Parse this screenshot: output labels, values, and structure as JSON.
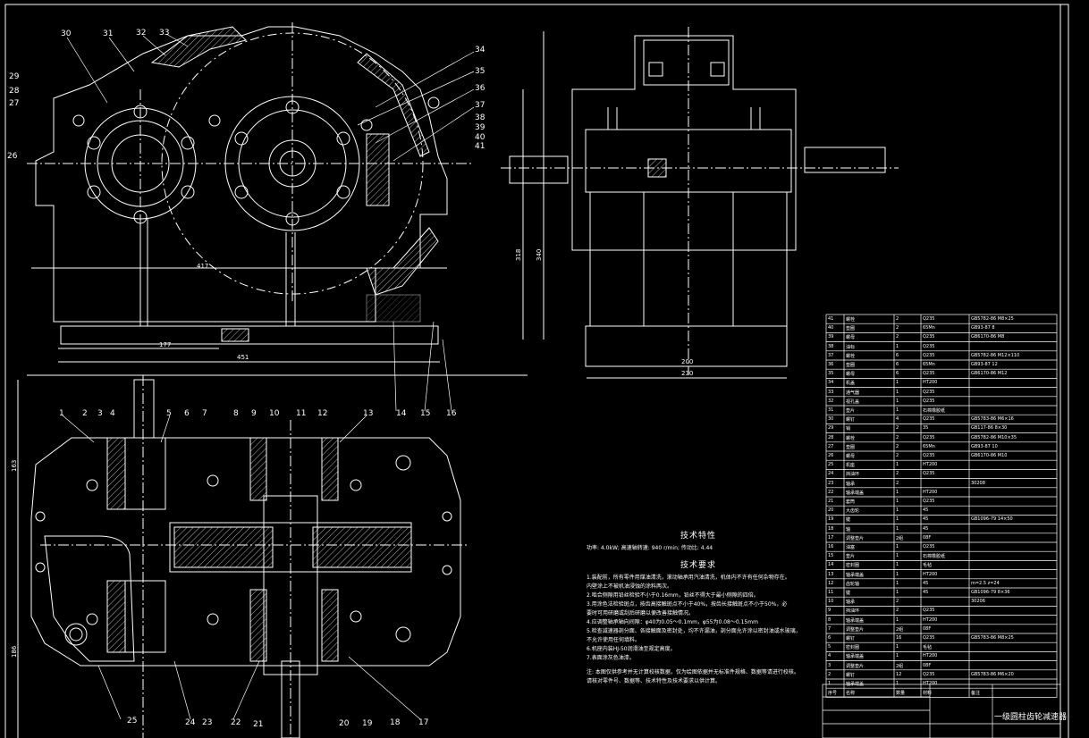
{
  "drawing": {
    "title": "一级圆柱齿轮减速器",
    "tech_characteristics_heading": "技术特性",
    "tech_characteristics_line": "功率: 4.0kW;  高速轴转速: 940 r/min;  传动比: 4.44",
    "tech_requirements_heading": "技术要求",
    "tech_requirements": [
      "1.装配前，所有零件用煤油清洗，滚动轴承用汽油清洗，机体内不许有任何杂物存在。",
      "  内壁涂上不被机油浸蚀的涂料两次。",
      "2.啮合侧隙用铅丝检验不小于0.16mm，铅丝不得大于最小侧隙的四倍。",
      "3.用涂色法检验斑点，按齿高接触斑点不小于40%，按齿长接触斑点不小于50%，必",
      "  要时可用研磨或刮后研磨以便改善接触情况。",
      "4.应调整轴承轴向间隙：φ40为0.05～0.1mm，φ55为0.08～0.15mm",
      "5.检查减速器剖分面、各接触面及密封处，均不许漏油，剖分面允许涂以密封油或水玻璃，",
      "  不允许使用任何填料。",
      "6.机座内装HJ-50润滑油至规定高度。",
      "7.表面涂灰色油漆。"
    ],
    "note": "注: 本图仅供参考并无计算校核数据，仅为绘图依据并无标准件规格、数据等请进行校核。",
    "note2": "    请核对零件号、数据等、技术特性及技术要求以供计算。"
  },
  "callouts_top": [
    "30",
    "31",
    "32",
    "33",
    "34",
    "35",
    "36",
    "37",
    "38",
    "39",
    "40",
    "41",
    "29",
    "28",
    "27",
    "26"
  ],
  "callouts_bottom_top": [
    "1",
    "2",
    "3",
    "4",
    "5",
    "6",
    "7",
    "8",
    "9",
    "10",
    "11",
    "12",
    "13",
    "14",
    "15",
    "16"
  ],
  "callouts_bottom_bot": [
    "25",
    "24",
    "23",
    "22",
    "21",
    "20",
    "19",
    "18",
    "17"
  ],
  "dimensions": {
    "d_front_width": "417",
    "d_front_center": "177",
    "d_front_overall": "451",
    "d_side_h1": "318",
    "d_side_h2": "340",
    "d_side_w1": "200",
    "d_side_w2": "230",
    "d_plan_h1": "163",
    "d_plan_h2": "186"
  },
  "bom": {
    "rows": [
      [
        "41",
        "螺栓",
        "2",
        "Q235",
        "GB5782-86 M8×25"
      ],
      [
        "40",
        "垫圈",
        "2",
        "65Mn",
        "GB93-87 8"
      ],
      [
        "39",
        "螺母",
        "2",
        "Q235",
        "GB6170-86 M8"
      ],
      [
        "38",
        "油标",
        "1",
        "Q235",
        ""
      ],
      [
        "37",
        "螺栓",
        "6",
        "Q235",
        "GB5782-86 M12×110"
      ],
      [
        "36",
        "垫圈",
        "6",
        "65Mn",
        "GB93-87 12"
      ],
      [
        "35",
        "螺母",
        "6",
        "Q235",
        "GB6170-86 M12"
      ],
      [
        "34",
        "机盖",
        "1",
        "HT200",
        ""
      ],
      [
        "33",
        "通气器",
        "1",
        "Q235",
        ""
      ],
      [
        "32",
        "视孔盖",
        "1",
        "Q235",
        ""
      ],
      [
        "31",
        "垫片",
        "1",
        "石棉橡胶纸",
        ""
      ],
      [
        "30",
        "螺钉",
        "4",
        "Q235",
        "GB5783-86 M6×16"
      ],
      [
        "29",
        "销",
        "2",
        "35",
        "GB117-86 8×30"
      ],
      [
        "28",
        "螺栓",
        "2",
        "Q235",
        "GB5782-86 M10×35"
      ],
      [
        "27",
        "垫圈",
        "2",
        "65Mn",
        "GB93-87 10"
      ],
      [
        "26",
        "螺母",
        "2",
        "Q235",
        "GB6170-86 M10"
      ],
      [
        "25",
        "机座",
        "1",
        "HT200",
        ""
      ],
      [
        "24",
        "挡油环",
        "2",
        "Q235",
        ""
      ],
      [
        "23",
        "轴承",
        "2",
        "",
        "30208"
      ],
      [
        "22",
        "轴承端盖",
        "1",
        "HT200",
        ""
      ],
      [
        "21",
        "套筒",
        "1",
        "Q235",
        ""
      ],
      [
        "20",
        "大齿轮",
        "1",
        "45",
        ""
      ],
      [
        "19",
        "键",
        "1",
        "45",
        "GB1096-79 14×50"
      ],
      [
        "18",
        "轴",
        "1",
        "45",
        ""
      ],
      [
        "17",
        "调整垫片",
        "2组",
        "08F",
        ""
      ],
      [
        "16",
        "油塞",
        "1",
        "Q235",
        ""
      ],
      [
        "15",
        "垫片",
        "1",
        "石棉橡胶纸",
        ""
      ],
      [
        "14",
        "密封圈",
        "1",
        "毛毡",
        ""
      ],
      [
        "13",
        "轴承端盖",
        "1",
        "HT200",
        ""
      ],
      [
        "12",
        "齿轮轴",
        "1",
        "45",
        "m=2.5 z=24"
      ],
      [
        "11",
        "键",
        "1",
        "45",
        "GB1096-79 8×36"
      ],
      [
        "10",
        "轴承",
        "2",
        "",
        "30206"
      ],
      [
        "9",
        "挡油环",
        "2",
        "Q235",
        ""
      ],
      [
        "8",
        "轴承端盖",
        "1",
        "HT200",
        ""
      ],
      [
        "7",
        "调整垫片",
        "2组",
        "08F",
        ""
      ],
      [
        "6",
        "螺钉",
        "16",
        "Q235",
        "GB5783-86 M8×25"
      ],
      [
        "5",
        "密封圈",
        "1",
        "毛毡",
        ""
      ],
      [
        "4",
        "轴承端盖",
        "1",
        "HT200",
        ""
      ],
      [
        "3",
        "调整垫片",
        "2组",
        "08F",
        ""
      ],
      [
        "2",
        "螺钉",
        "12",
        "Q235",
        "GB5783-86 M6×20"
      ],
      [
        "1",
        "轴承端盖",
        "1",
        "HT200",
        ""
      ],
      [
        "序号",
        "名称",
        "数量",
        "材料",
        "备注"
      ]
    ]
  }
}
